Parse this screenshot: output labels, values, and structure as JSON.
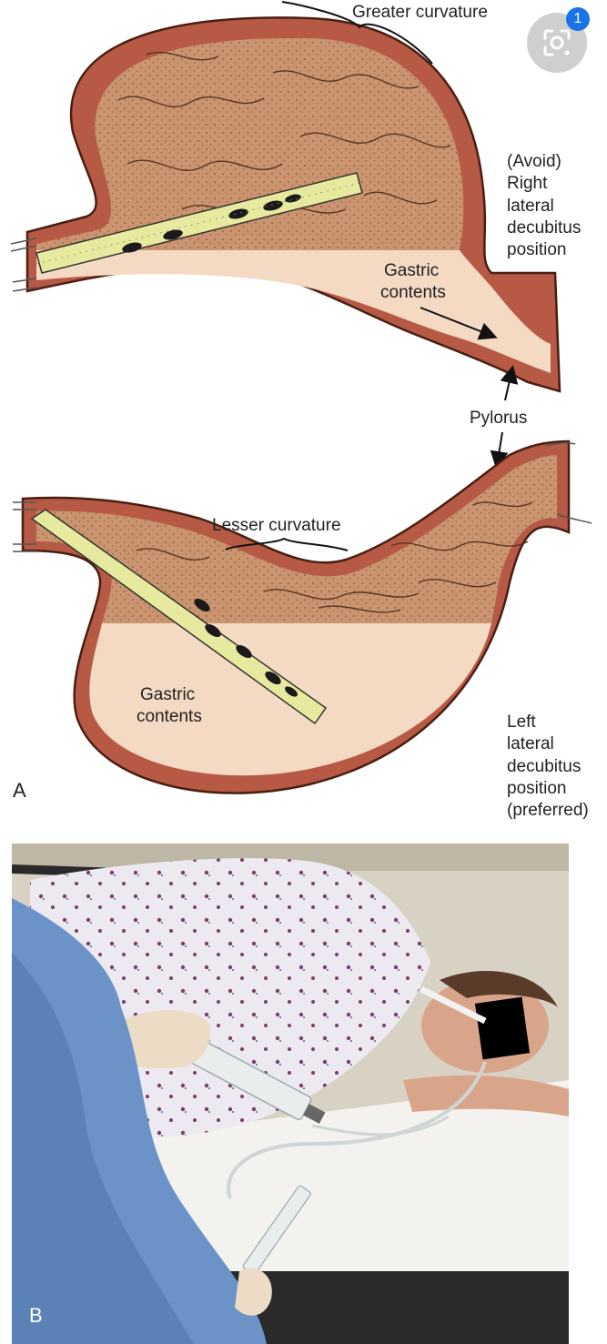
{
  "labels": {
    "greater_curvature": "Greater curvature",
    "avoid_position": [
      "(Avoid)",
      "Right",
      "lateral",
      "decubitus",
      "position"
    ],
    "gastric_contents_top": [
      "Gastric",
      "contents"
    ],
    "pylorus": "Pylorus",
    "lesser_curvature": "Lesser curvature",
    "gastric_contents_bottom": [
      "Gastric",
      "contents"
    ],
    "preferred_position": [
      "Left",
      "lateral",
      "decubitus",
      "position",
      "(preferred)"
    ],
    "panel_a": "A",
    "panel_b": "B"
  },
  "lens": {
    "icon": "google-lens-icon",
    "badge_count": "1"
  },
  "colors": {
    "wall": "#b65a45",
    "wall_outline": "#4a1e12",
    "mucosa": "#c99472",
    "fluid": "#f4d9c3",
    "tube": "#e7ea9e"
  }
}
